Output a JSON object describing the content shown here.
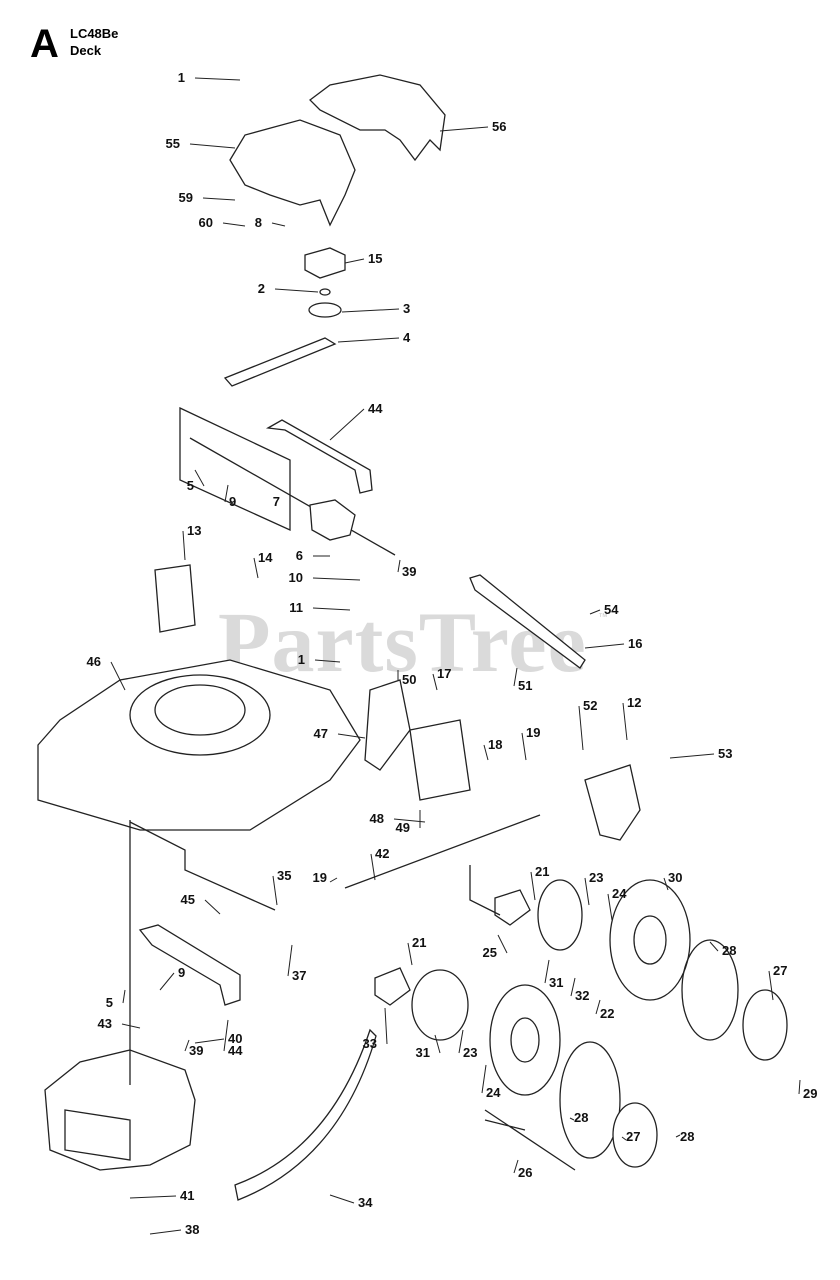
{
  "header": {
    "section_letter": "A",
    "model": "LC48Be",
    "section": "Deck"
  },
  "watermark": {
    "text": "PartsTree",
    "tm": "™"
  },
  "callouts": [
    "1",
    "55",
    "56",
    "59",
    "60",
    "8",
    "15",
    "2",
    "3",
    "4",
    "44",
    "5",
    "9",
    "7",
    "6",
    "10",
    "39",
    "13",
    "14",
    "11",
    "1",
    "54",
    "16",
    "51",
    "46",
    "50",
    "17",
    "52",
    "12",
    "53",
    "18",
    "19",
    "47",
    "48",
    "49",
    "42",
    "19",
    "35",
    "45",
    "37",
    "21",
    "25",
    "23",
    "24",
    "30",
    "28",
    "21",
    "31",
    "32",
    "22",
    "27",
    "29",
    "9",
    "5",
    "43",
    "39",
    "44",
    "33",
    "31",
    "23",
    "24",
    "28",
    "27",
    "28",
    "40",
    "26",
    "34",
    "41",
    "38"
  ],
  "colors": {
    "line": "#222222",
    "text": "#111111",
    "watermark": "#d4d4d4"
  }
}
